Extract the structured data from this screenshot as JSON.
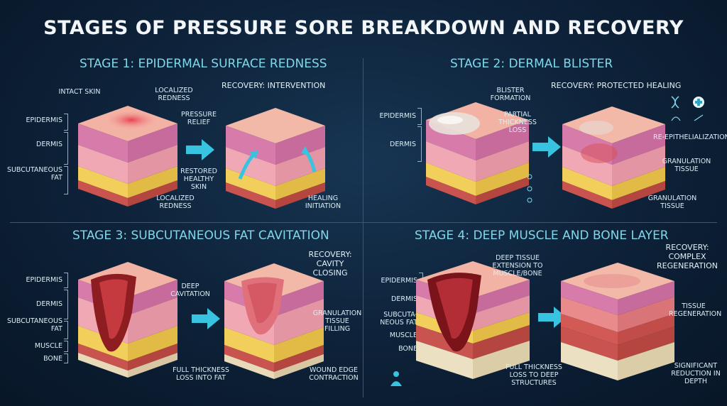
{
  "title": "STAGES OF PRESSURE SORE BREAKDOWN AND RECOVERY",
  "colors": {
    "accent": "#38c3e0",
    "epidermis": "#d87aa8",
    "dermis": "#efa7b4",
    "fat": "#f0cf5c",
    "muscle": "#c9544f",
    "bone": "#e8d9b8",
    "wound": "#8e1d22"
  },
  "stages": [
    {
      "title": "STAGE 1: EPIDERMAL SURFACE REDNESS",
      "layers": [
        "EPIDERMIS",
        "DERMIS",
        "SUBCUTANEOUS FAT"
      ],
      "labels": [
        "INTACT SKIN",
        "LOCALIZED REDNESS",
        "LOCALIZED REDNESS"
      ],
      "recovery_title": "RECOVERY: INTERVENTION",
      "recovery_labels": [
        "PRESSURE RELIEF",
        "RESTORED HEALTHY SKIN",
        "HEALING INITIATION"
      ]
    },
    {
      "title": "STAGE 2: DERMAL BLISTER",
      "layers": [
        "EPIDERMIS",
        "DERMIS"
      ],
      "labels": [
        "BLISTER FORMATION",
        "PARTIAL THICKNESS LOSS"
      ],
      "recovery_title": "RECOVERY: PROTECTED HEALING",
      "recovery_labels": [
        "RE-EPITHELIALIZATION",
        "GRANULATION TISSUE",
        "GRANULATION TISSUE"
      ]
    },
    {
      "title": "STAGE 3: SUBCUTANEOUS FAT CAVITATION",
      "layers": [
        "EPIDERMIS",
        "DERMIS",
        "SUBCUTANEOUS FAT",
        "MUSCLE",
        "BONE"
      ],
      "labels": [
        "DEEP CAVITATION",
        "FULL THICKNESS LOSS INTO FAT"
      ],
      "recovery_title": "RECOVERY: CAVITY CLOSING",
      "recovery_labels": [
        "GRANULATION TISSUE FILLING",
        "WOUND EDGE CONTRACTION"
      ]
    },
    {
      "title": "STAGE 4: DEEP MUSCLE AND BONE LAYER",
      "layers": [
        "EPIDERMIS",
        "DERMIS",
        "SUBCUTANEOUS FAT",
        "MUSCLE",
        "BONE"
      ],
      "layers_display": [
        "EPIDERMIS",
        "DERMIS",
        "SUBCUTA-NEOUS FAT",
        "MUSCLE",
        "BONE"
      ],
      "labels": [
        "DEEP TISSUE EXTENSION TO MUSCLE/BONE",
        "FULL THICKNESS LOSS TO DEEP STRUCTURES"
      ],
      "recovery_title": "RECOVERY: COMPLEX REGENERATION",
      "recovery_labels": [
        "TISSUE REGENERATION",
        "SIGNIFICANT REDUCTION IN DEPTH"
      ]
    }
  ]
}
